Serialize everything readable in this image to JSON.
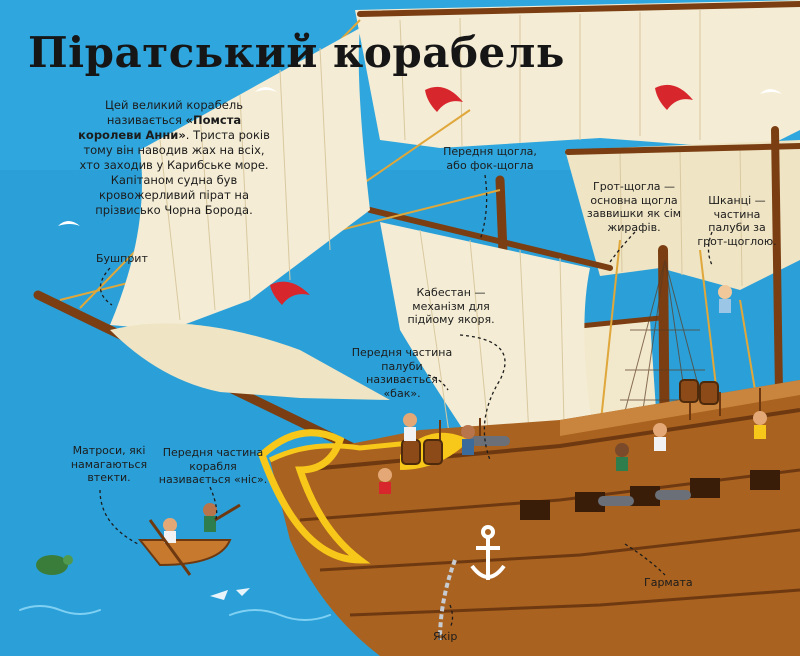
{
  "page_title": "Піратський корабель",
  "intro": {
    "part1": "Цей великий корабель називається ",
    "ship_name": "«Помста королеви Анни»",
    "part2": ". Триста років тому він наводив жах на всіх, хто заходив у Карибське море. Капітаном судна був кровожерливий пірат на прізвисько Чорна Борода."
  },
  "labels": {
    "bowsprit": "Бушприт",
    "foremast": "Передня щогла, або фок-щогла",
    "mainmast": "Грот-щогла — основна щогла заввишки як сім жирафів.",
    "quarterdeck": "Шканці — частина палуби за грот-щоглою.",
    "capstan": "Кабестан — механізм для підйому якоря.",
    "forecastle": "Передня частина палуби називається «бак».",
    "sailors": "Матроси, які намагаються втекти.",
    "bow": "Передня частина корабля називається «ніс».",
    "cannon": "Гармата",
    "anchor": "Якір"
  },
  "colors": {
    "sea": "#2fa6dd",
    "sail": "#f4ecd4",
    "hull": "#a9621f",
    "trim": "#f7c819",
    "bird": "#d8262d"
  }
}
